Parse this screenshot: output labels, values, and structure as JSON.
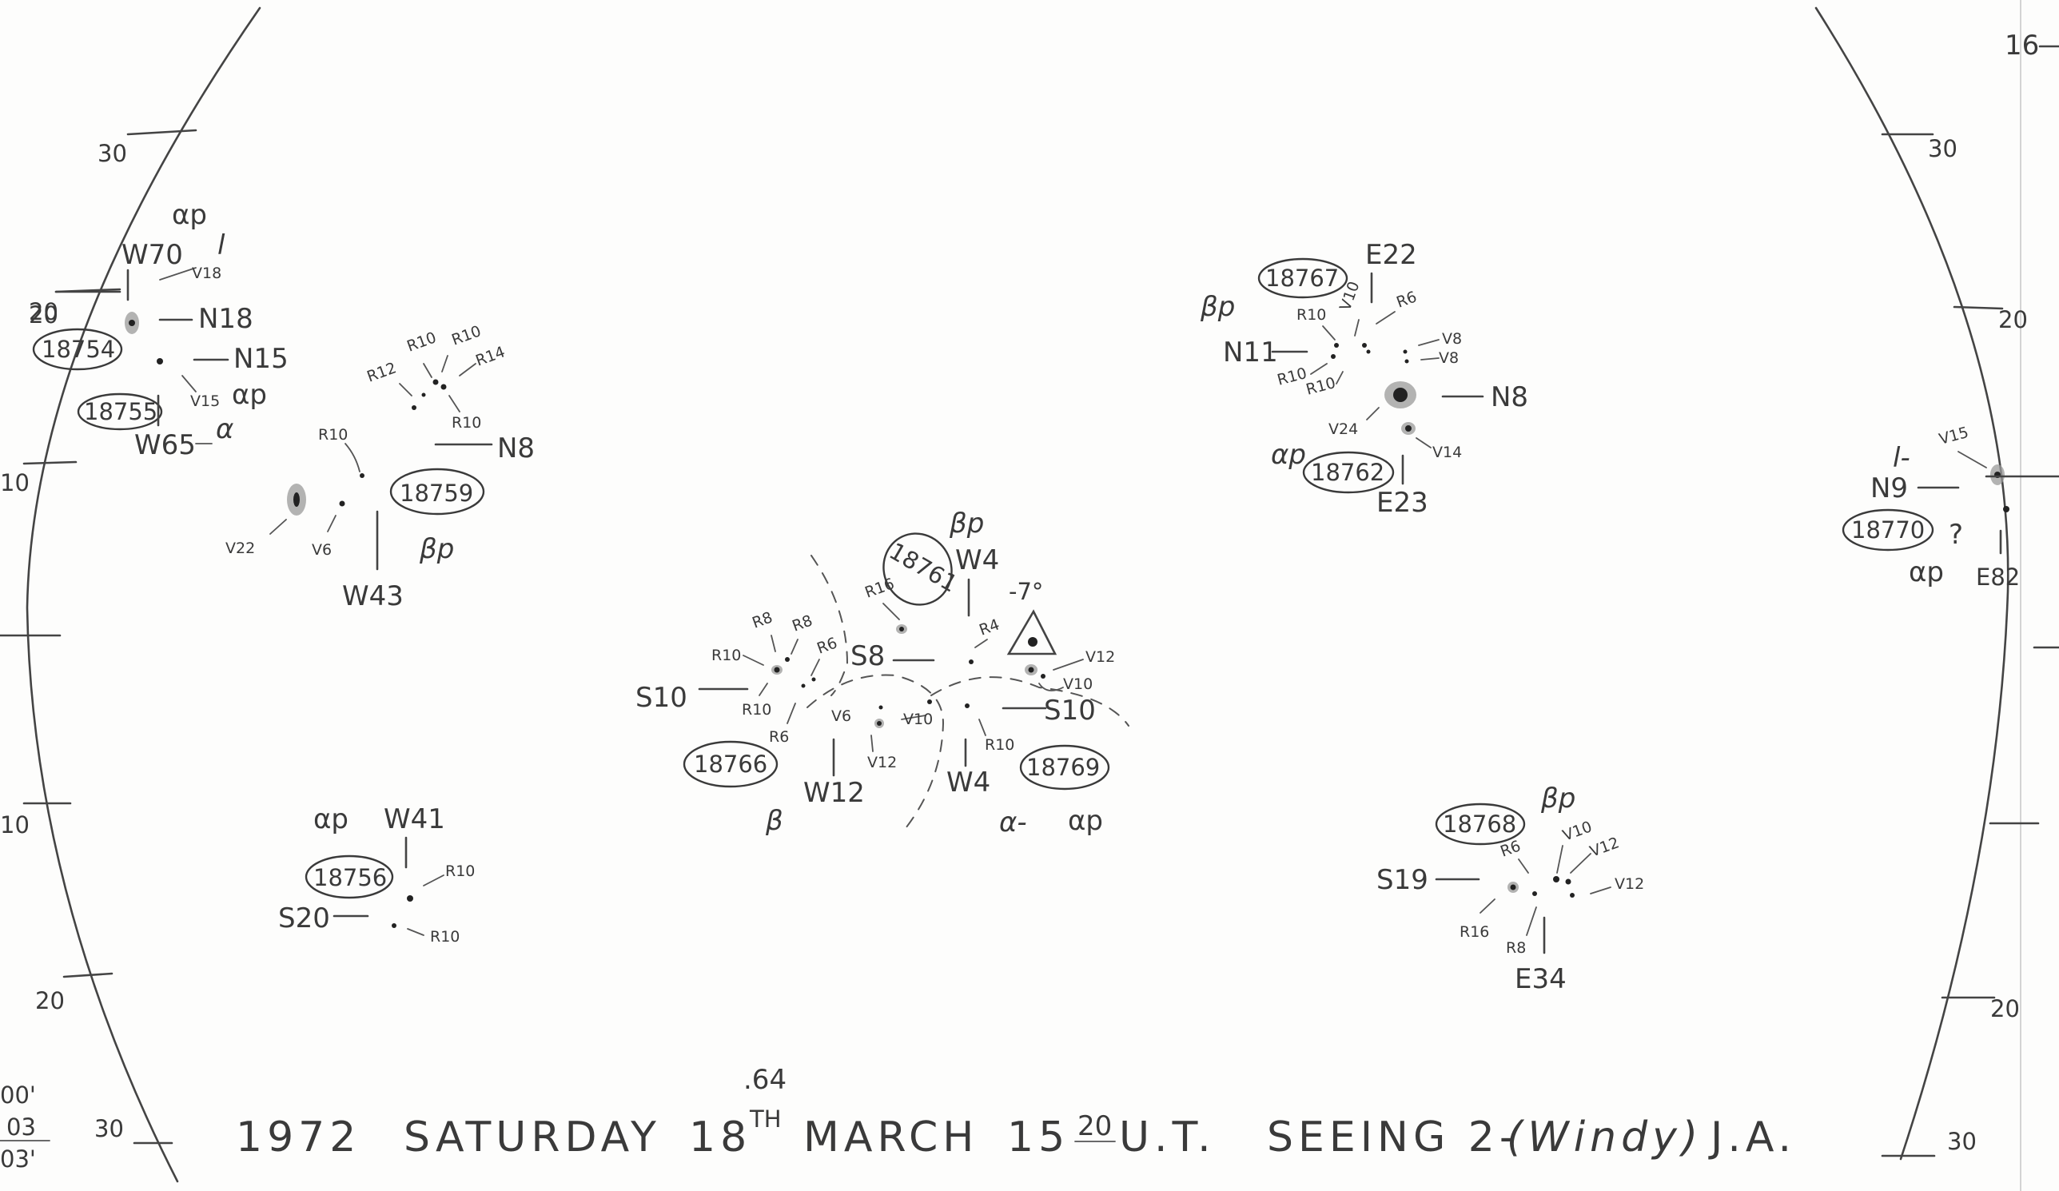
{
  "scale": {
    "left": [
      "30",
      "20",
      "10",
      "10",
      "20",
      "30"
    ],
    "right": [
      "16",
      "30",
      "20",
      "20",
      "30"
    ]
  },
  "corner_notes": [
    "00'",
    "03",
    "03'"
  ],
  "caption": {
    "year": "1972",
    "weekday": "SATURDAY",
    "day": "18",
    "day_sup": "TH",
    "day_decimal": ".64",
    "month": "MARCH",
    "hour": "15",
    "minutes": "20",
    "time_suffix": "U.T.",
    "seeing": "SEEING 2-",
    "conditions": "(Windy)",
    "observer": "J.A."
  },
  "groups": [
    {
      "id": "18754",
      "labels": [
        "αp",
        "W70",
        "l",
        "V18",
        "N18",
        "20",
        "N15",
        "V15",
        "αp"
      ]
    },
    {
      "id": "18755",
      "labels": [
        "W65",
        "α"
      ]
    },
    {
      "id": "18759",
      "labels": [
        "R12",
        "R10",
        "R10",
        "R14",
        "R10",
        "N8",
        "R10",
        "V22",
        "V6",
        "W43",
        "βp"
      ]
    },
    {
      "id": "18756",
      "labels": [
        "αp",
        "W41",
        "R10",
        "S20",
        "R10"
      ]
    },
    {
      "id": "18761",
      "labels": [
        "βp",
        "W4",
        "R16",
        "-7°",
        "R4",
        "S8",
        "V12",
        "V10"
      ]
    },
    {
      "id": "18766",
      "labels": [
        "R8",
        "R8",
        "R10",
        "R6",
        "S10",
        "R10",
        "R6",
        "V6",
        "V12",
        "W12",
        "β"
      ]
    },
    {
      "id": "18769",
      "labels": [
        "V10",
        "S10",
        "R10",
        "W4",
        "α-",
        "αp"
      ]
    },
    {
      "id": "18767",
      "labels": [
        "E22",
        "βp",
        "R10",
        "V10",
        "R6",
        "N11",
        "V8",
        "V8",
        "R10",
        "R10",
        "N8"
      ]
    },
    {
      "id": "18762",
      "labels": [
        "V24",
        "V14",
        "αp",
        "E23"
      ]
    },
    {
      "id": "18768",
      "labels": [
        "βp",
        "R6",
        "V10",
        "V12",
        "S19",
        "V12",
        "R16",
        "R8",
        "E34"
      ]
    },
    {
      "id": "18770",
      "labels": [
        "l-",
        "V15",
        "N9",
        "?",
        "αp",
        "E82"
      ]
    }
  ],
  "icons": [
    "sunspot-icon",
    "triangle-marker-icon"
  ]
}
